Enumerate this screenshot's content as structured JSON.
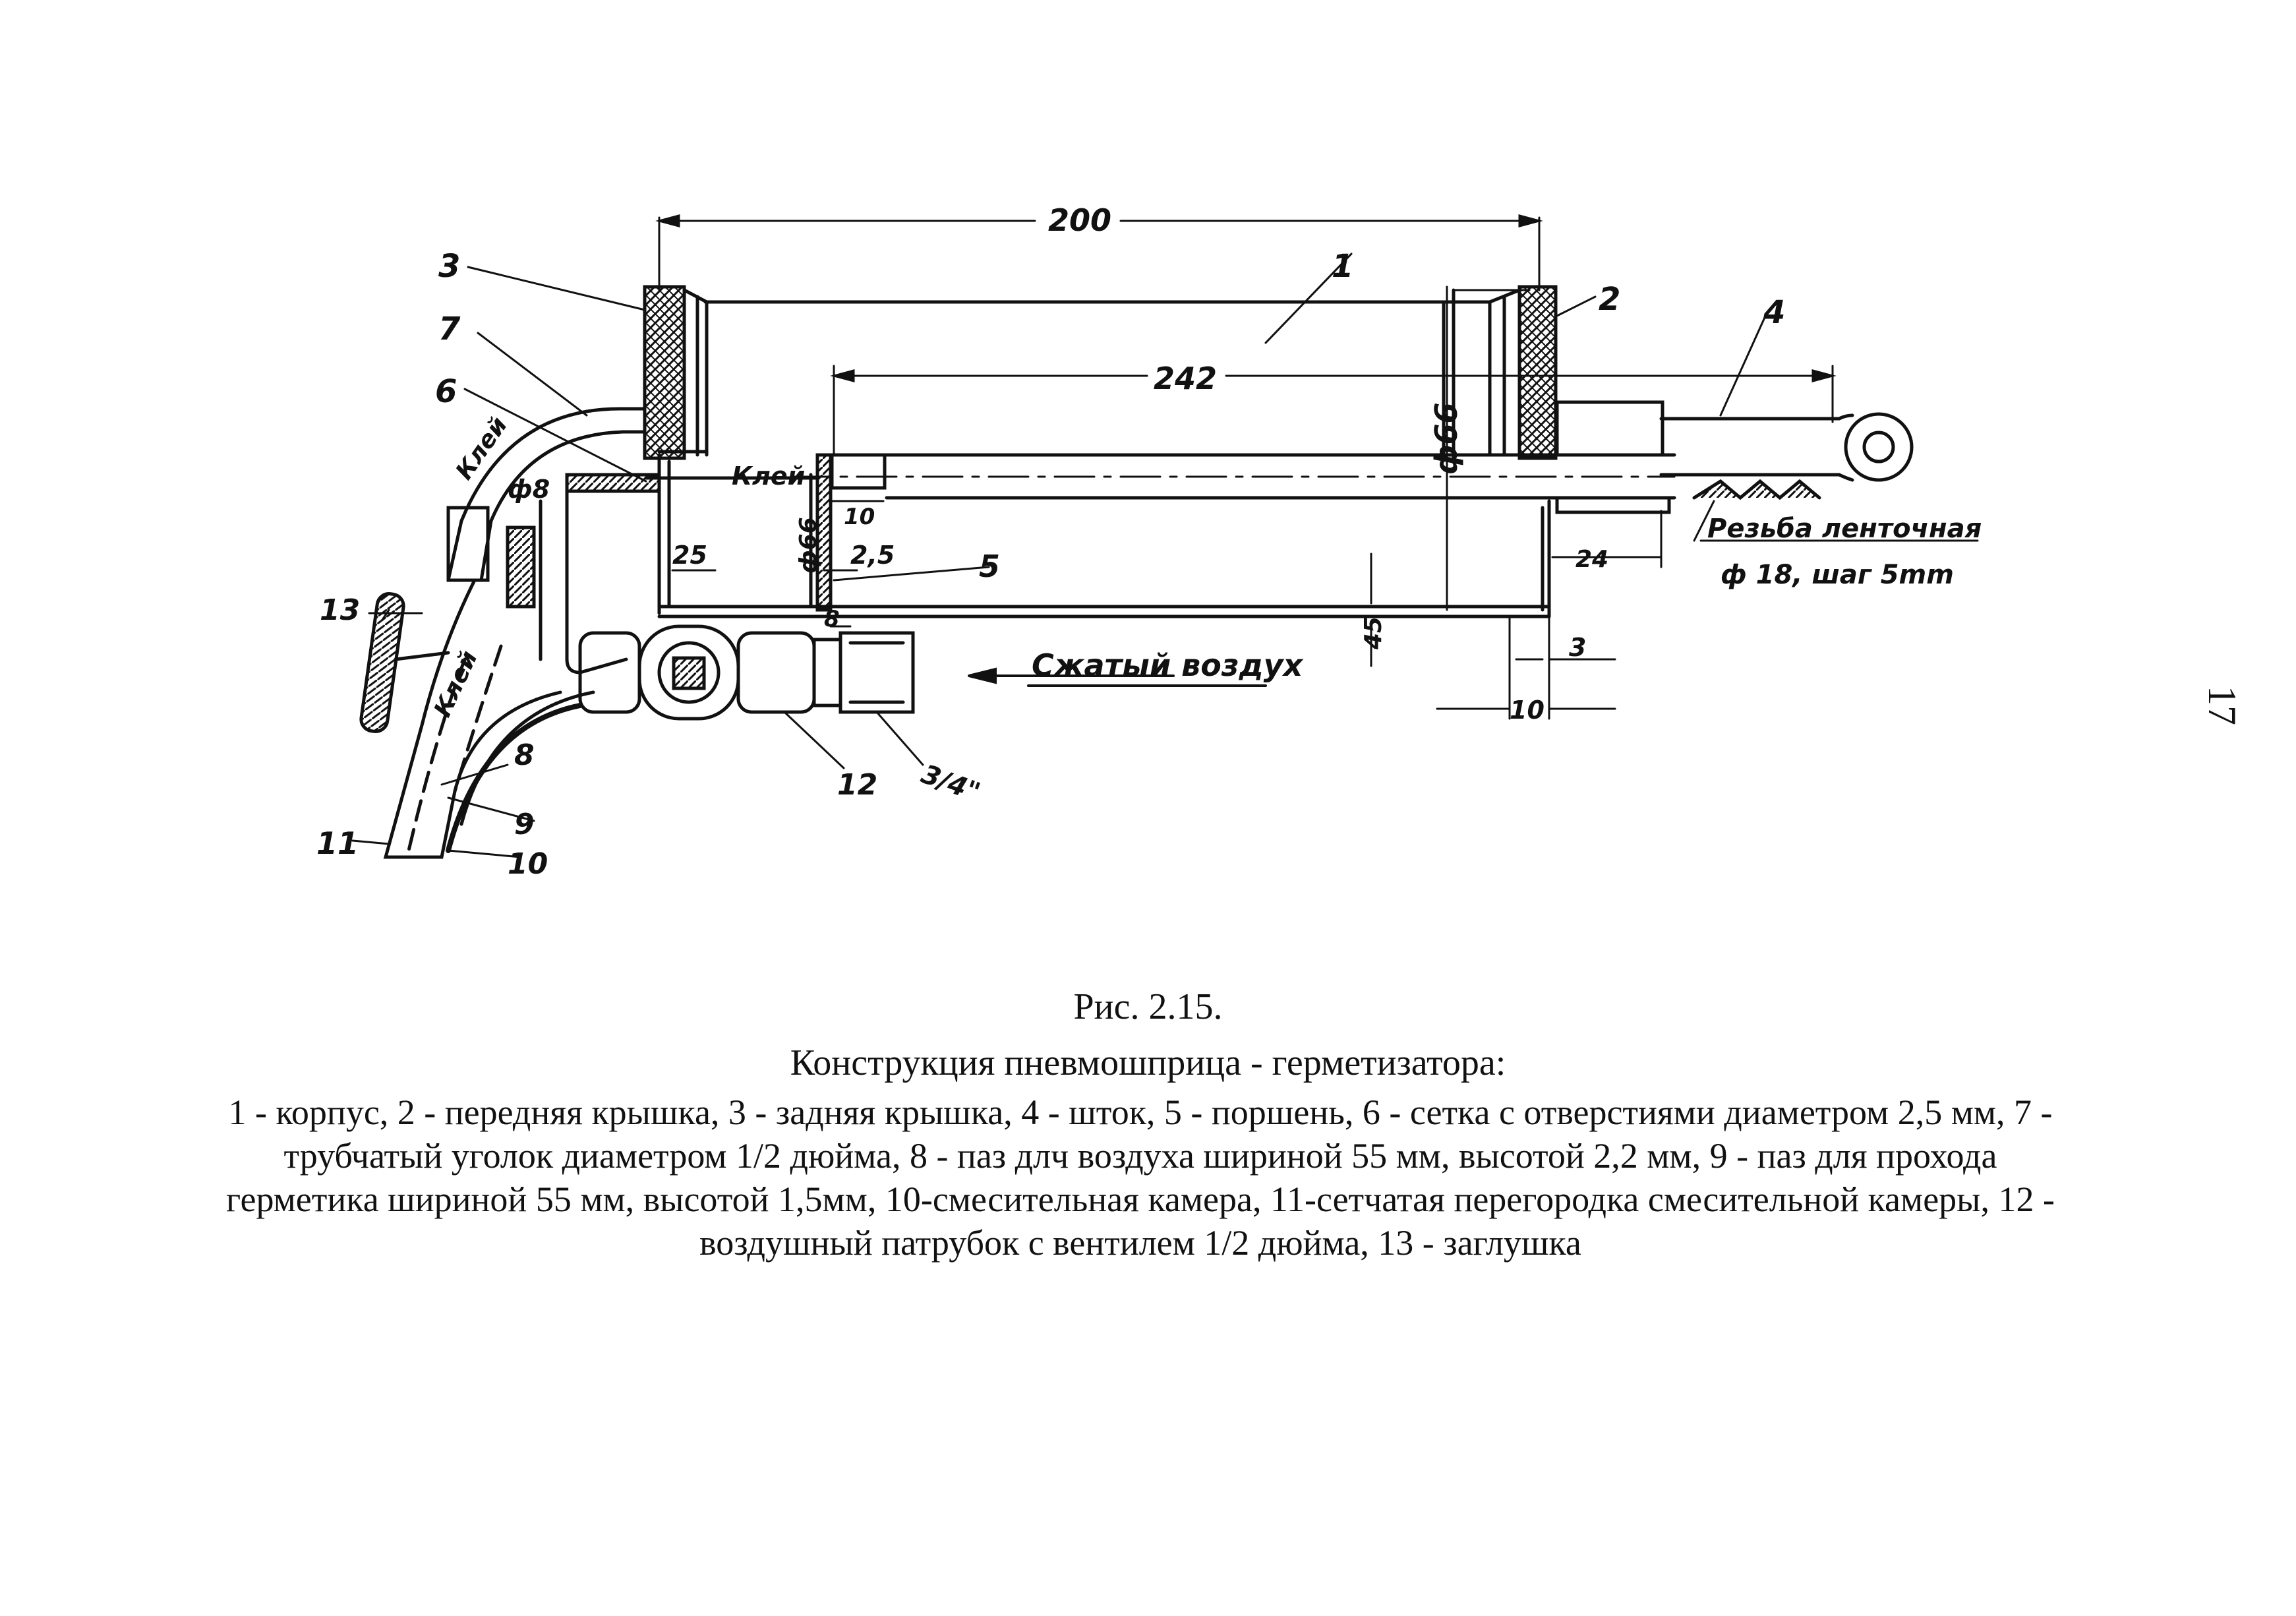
{
  "drawing": {
    "dimensions": {
      "d200": "200",
      "d242": "242",
      "d66": "ф66",
      "d66_piston": "ф66",
      "d8": "ф8",
      "d25": "25",
      "d2_5": "2,5",
      "d10_top": "10",
      "d8_small": "8",
      "d24": "24",
      "d3": "3",
      "d10_bottom": "10",
      "d45": "45",
      "d3_4": "3/4\""
    },
    "notes": {
      "glue1": "Клей",
      "glue2": "Клей",
      "glue3": "Клей",
      "thread_line1": "Резьба ленточная",
      "thread_line2": "ф 18, шаг 5mm",
      "air": "Сжатый воздух"
    },
    "callouts": {
      "n1": "1",
      "n2": "2",
      "n3": "3",
      "n4": "4",
      "n5": "5",
      "n6": "6",
      "n7": "7",
      "n8": "8",
      "n9": "9",
      "n10": "10",
      "n11": "11",
      "n12": "12",
      "n13": "13"
    }
  },
  "caption": {
    "number": "Рис. 2.15.",
    "title": "Конструкция пневмошприца - герметизатора:",
    "body": "1 - корпус, 2 - передняя крышка, 3 - задняя крышка, 4 - шток, 5 - поршень, 6 - сетка с отверстиями диаметром 2,5 мм, 7 - трубчатый уголок диаметром 1/2 дюйма, 8 - паз длч воздуха шириной 55 мм, высотой 2,2 мм, 9 - паз для прохода герметика шириной 55 мм, высотой 1,5мм, 10-смесительная камера, 11-сетчатая перегородка смесительной камеры, 12 - воздушный патрубок с вентилем 1/2 дюйма, 13 - заглушка"
  },
  "page_number": "17"
}
